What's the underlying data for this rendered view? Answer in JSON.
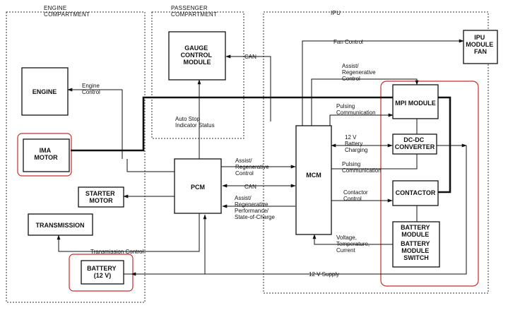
{
  "regions": {
    "engine_compartment": [
      "ENGINE",
      "COMPARTMENT"
    ],
    "passenger_compartment": [
      "PASSENGER",
      "COMPARTMENT"
    ],
    "ipu": "IPU"
  },
  "boxes": {
    "engine": [
      "ENGINE"
    ],
    "ima_motor": [
      "IMA",
      "MOTOR"
    ],
    "starter_motor": [
      "STARTER",
      "MOTOR"
    ],
    "transmission": [
      "TRANSMISSION"
    ],
    "battery_12v": [
      "BATTERY",
      "(12 V)"
    ],
    "gauge_control_module": [
      "GAUGE",
      "CONTROL",
      "MODULE"
    ],
    "pcm": [
      "PCM"
    ],
    "mcm": [
      "MCM"
    ],
    "ipu_module_fan": [
      "IPU",
      "MODULE",
      "FAN"
    ],
    "mpi_module": [
      "MPI MODULE"
    ],
    "dc_dc_converter": [
      "DC-DC",
      "CONVERTER"
    ],
    "contactor": [
      "CONTACTOR"
    ],
    "battery_module": [
      "BATTERY",
      "MODULE",
      "BATTERY",
      "MODULE",
      "SWITCH"
    ]
  },
  "signals": {
    "engine_control": [
      "Engine",
      "Control"
    ],
    "can_gauge": [
      "CAN"
    ],
    "auto_stop": [
      "Auto Stop",
      "Indicator Status"
    ],
    "fan_control": [
      "Fan Control"
    ],
    "assist_regen_control_ipu": [
      "Assist/",
      "Regenerative",
      "Control"
    ],
    "pulsing_comm_mpi": [
      "Pulsing",
      "Communication"
    ],
    "battery_charging": [
      "12 V",
      "Battery",
      "Charging"
    ],
    "pulsing_comm_dcdc": [
      "Pulsing",
      "Communication"
    ],
    "contactor_control": [
      "Contactor",
      "Control"
    ],
    "voltage_temp_current": [
      "Voltage,",
      "Temperature,",
      "Current"
    ],
    "assist_regen_control_pcm": [
      "Assist/",
      "Regenerative",
      "Control"
    ],
    "can_pcm": [
      "CAN"
    ],
    "assist_regen_performance": [
      "Assist/",
      "Regenerative",
      "Performance/",
      "State-of-Charge"
    ],
    "transmission_control": [
      "Transmission Control"
    ],
    "supply_12v": [
      "12 V Supply"
    ]
  },
  "colors": {
    "highlight": "#cc2a2a",
    "line": "#111111"
  }
}
